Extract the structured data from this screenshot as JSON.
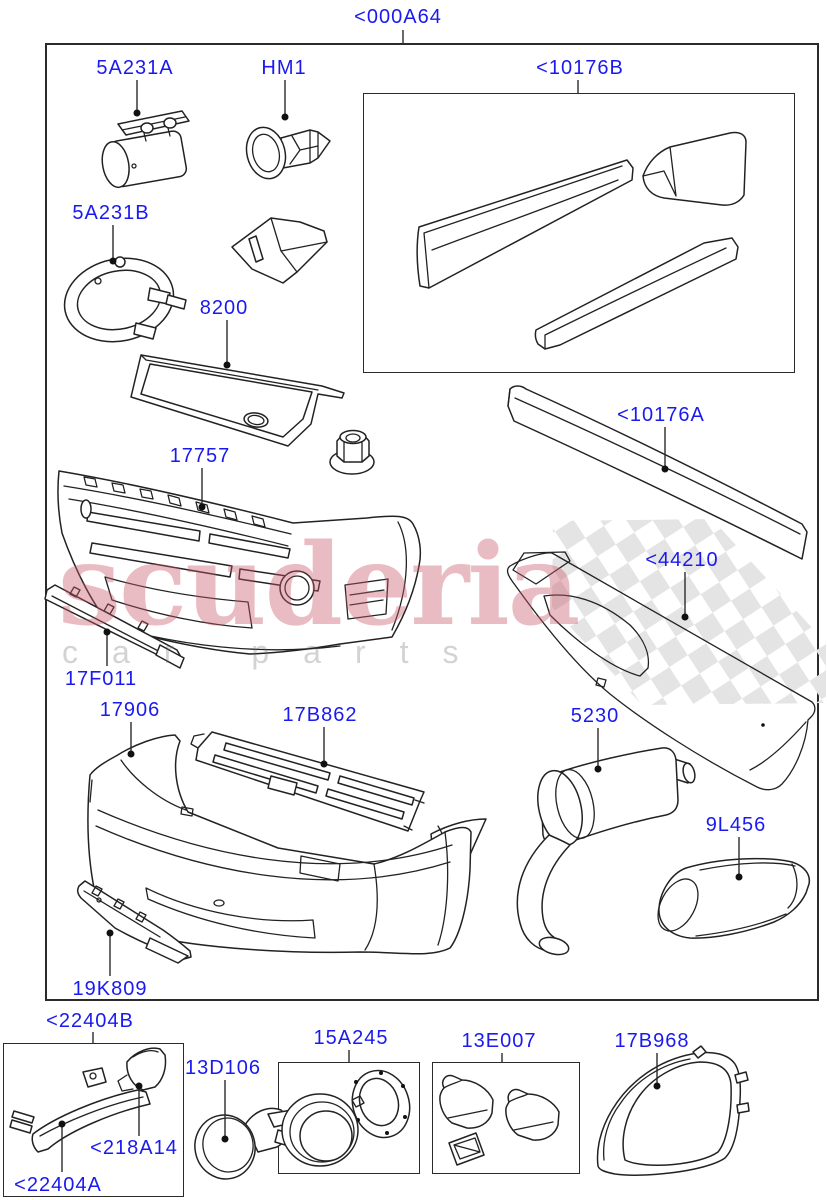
{
  "diagram": {
    "type": "exploded-parts-catalogue-illustration",
    "assembly_label": "<000A64"
  },
  "colors": {
    "label_blue": "#1a1af0",
    "line_dark": "#222222",
    "watermark_pink": "#c95467",
    "watermark_gray": "#8c8c8c",
    "checker_gray": "#e4e4e4",
    "background": "#ffffff"
  },
  "watermark": {
    "line1": "scuderia",
    "line2": "car parts"
  },
  "labels": [
    {
      "id": "000A64",
      "text": "<000A64"
    },
    {
      "id": "5A231A",
      "text": "5A231A"
    },
    {
      "id": "HM1",
      "text": "HM1"
    },
    {
      "id": "10176B",
      "text": "<10176B"
    },
    {
      "id": "5A231B",
      "text": "5A231B"
    },
    {
      "id": "8200",
      "text": "8200"
    },
    {
      "id": "17757",
      "text": "17757"
    },
    {
      "id": "10176A",
      "text": "<10176A"
    },
    {
      "id": "44210",
      "text": "<44210"
    },
    {
      "id": "17F011",
      "text": "17F011"
    },
    {
      "id": "17906",
      "text": "17906"
    },
    {
      "id": "17B862",
      "text": "17B862"
    },
    {
      "id": "5230",
      "text": "5230"
    },
    {
      "id": "9L456",
      "text": "9L456"
    },
    {
      "id": "19K809",
      "text": "19K809"
    },
    {
      "id": "22404B",
      "text": "<22404B"
    },
    {
      "id": "218A14",
      "text": "<218A14"
    },
    {
      "id": "22404A",
      "text": "<22404A"
    },
    {
      "id": "13D106",
      "text": "13D106"
    },
    {
      "id": "15A245",
      "text": "15A245"
    },
    {
      "id": "13E007",
      "text": "13E007"
    },
    {
      "id": "17B968",
      "text": "17B968"
    }
  ]
}
